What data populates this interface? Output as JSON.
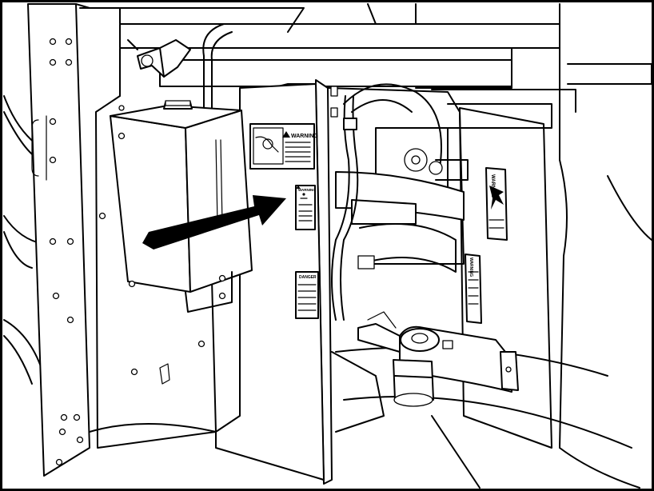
{
  "labels": {
    "main_decal": "WARNING",
    "small_decal": "WARNING",
    "lower_decal": "DANGER",
    "right_decal": "WARNING",
    "far_right_decal": "WARNING"
  },
  "colors": {
    "line": "#000000",
    "background": "#ffffff"
  },
  "icons": {
    "arrow": "arrow-pointer-icon",
    "warning_triangle": "warning-triangle-icon"
  }
}
